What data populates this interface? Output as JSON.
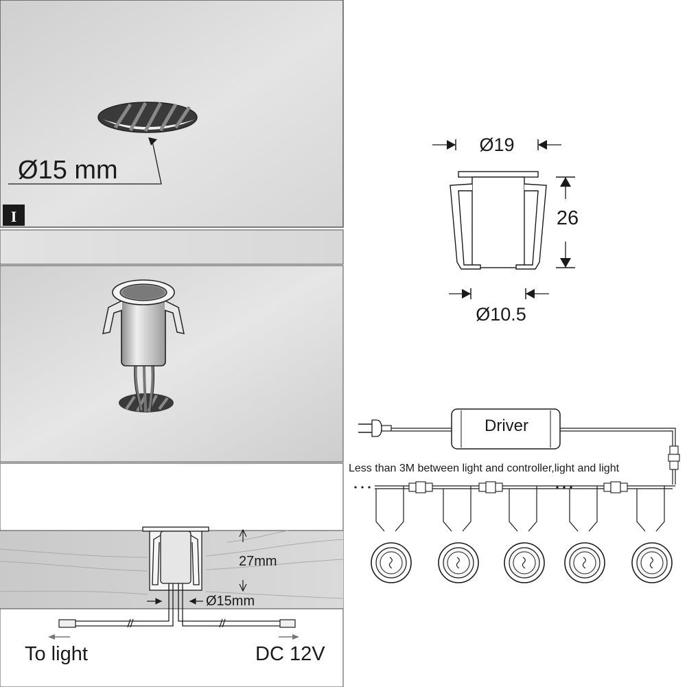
{
  "install_step": {
    "hole_label": "Ø15 mm",
    "step_badge": "I"
  },
  "dimensions": {
    "top_diameter": "Ø19",
    "height": "26",
    "bottom_diameter": "Ø10.5"
  },
  "cross_section": {
    "depth_label": "27mm",
    "hole_label": "Ø15mm",
    "left_caption": "To light",
    "right_caption": "DC 12V"
  },
  "wiring": {
    "driver_label": "Driver",
    "note": "Less than 3M between light and controller,light and light",
    "light_count": 5
  },
  "colors": {
    "panel_gray": "#d2d2d2",
    "line": "#1a1a1a",
    "badge": "#1a1a1a"
  }
}
